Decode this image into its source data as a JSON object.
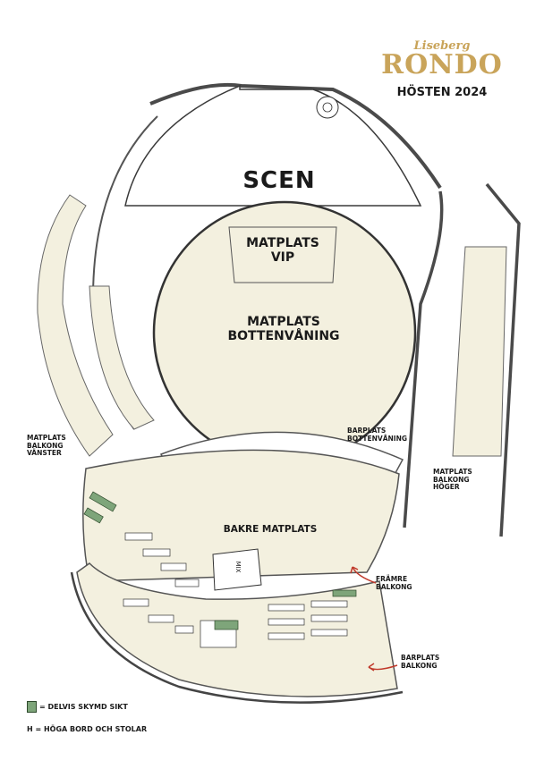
{
  "brand": {
    "small": "Liseberg",
    "name": "RONDO",
    "season": "HÖSTEN 2024"
  },
  "areas": {
    "stage": "SCEN",
    "vip": "MATPLATS\nVIP",
    "floor": "MATPLATS\nBOTTENVÅNING",
    "bar_floor": "BARPLATS\nBOTTENVÅNING",
    "back": "BAKRE MATPLATS",
    "balcony_left": "MATPLATS\nBALKONG\nVÄNSTER",
    "balcony_right": "MATPLATS\nBALKONG\nHÖGER",
    "front_balcony": "FRÄMRE\nBALKONG",
    "bar_balcony": "BARPLATS\nBALKONG",
    "mix": "MIX"
  },
  "legend": {
    "obstructed": "= DELVIS SKYMD SIKT",
    "high_tables": "H = HÖGA BORD OCH STOLAR"
  },
  "colors": {
    "fill": "#f3f0df",
    "wall": "#3a3a3a",
    "obstructed": "#7ea57a",
    "brand_gold": "#c9a45a",
    "arrow": "#c0392b"
  }
}
